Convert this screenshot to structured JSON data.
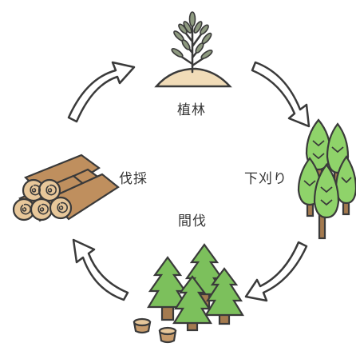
{
  "diagram": {
    "stages": {
      "planting": "植林",
      "weeding": "下刈り",
      "thinning": "間伐",
      "harvesting": "伐採"
    },
    "icons": {
      "seedling": "seedling-icon",
      "young_trees": "young-trees-icon",
      "forest": "forest-with-stumps-icon",
      "logs": "log-pile-icon",
      "arrow": "cycle-arrow-icon"
    },
    "colors": {
      "tree_light": "#8fd36a",
      "tree_mid": "#7cc05c",
      "tree_dark": "#3f8d4b",
      "trunk": "#a47a4f",
      "outline": "#3a3a3a",
      "soil": "#f1dcb8",
      "log_wood": "#bf8f5e",
      "log_end": "#e7c79a",
      "arrow_fill": "#ffffff"
    }
  }
}
